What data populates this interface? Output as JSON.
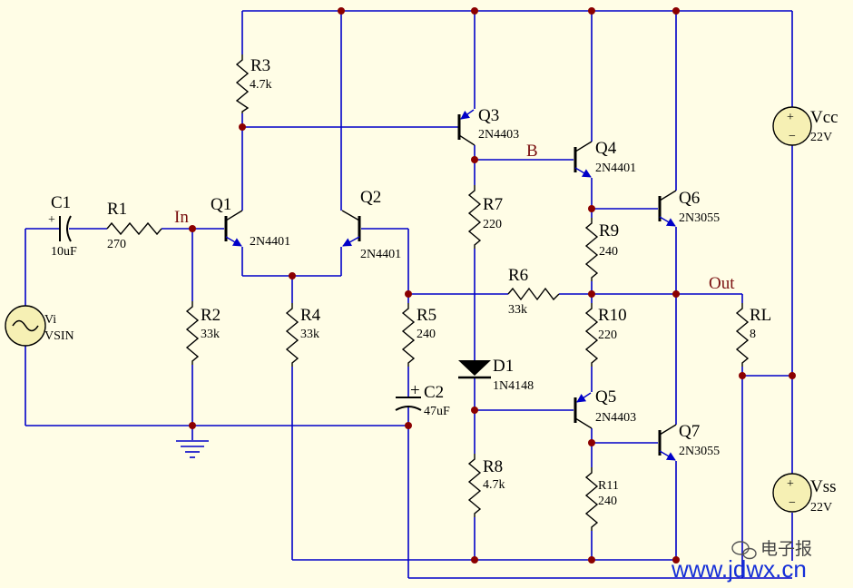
{
  "nets": {
    "in": "In",
    "b": "B",
    "out": "Out"
  },
  "components": {
    "C1": {
      "ref": "C1",
      "value": "10uF"
    },
    "R1": {
      "ref": "R1",
      "value": "270"
    },
    "R2": {
      "ref": "R2",
      "value": "33k"
    },
    "R3": {
      "ref": "R3",
      "value": "4.7k"
    },
    "R4": {
      "ref": "R4",
      "value": "33k"
    },
    "R5": {
      "ref": "R5",
      "value": "240"
    },
    "R6": {
      "ref": "R6",
      "value": "33k"
    },
    "R7": {
      "ref": "R7",
      "value": "220"
    },
    "R8": {
      "ref": "R8",
      "value": "4.7k"
    },
    "R9": {
      "ref": "R9",
      "value": "240"
    },
    "R10": {
      "ref": "R10",
      "value": "220"
    },
    "R11": {
      "ref": "R11",
      "value": "240"
    },
    "RL": {
      "ref": "RL",
      "value": "8"
    },
    "C2": {
      "ref": "C2",
      "value": "47uF"
    },
    "D1": {
      "ref": "D1",
      "value": "1N4148"
    },
    "Q1": {
      "ref": "Q1",
      "value": "2N4401"
    },
    "Q2": {
      "ref": "Q2",
      "value": "2N4401"
    },
    "Q3": {
      "ref": "Q3",
      "value": "2N4403"
    },
    "Q4": {
      "ref": "Q4",
      "value": "2N4401"
    },
    "Q5": {
      "ref": "Q5",
      "value": "2N4403"
    },
    "Q6": {
      "ref": "Q6",
      "value": "2N3055"
    },
    "Q7": {
      "ref": "Q7",
      "value": "2N3055"
    },
    "Vi": {
      "ref": "Vi",
      "value": "VSIN"
    },
    "Vcc": {
      "ref": "Vcc",
      "value": "22V"
    },
    "Vss": {
      "ref": "Vss",
      "value": "22V"
    }
  },
  "watermark": {
    "brand": "电子报",
    "url": "www.jdwx.cn"
  },
  "colors": {
    "background": "#fffde6",
    "wire": "#0000c8",
    "junction": "#8b0000",
    "component": "#000000",
    "net_label": "#7a1010",
    "source_fill": "#f6f0b4"
  }
}
